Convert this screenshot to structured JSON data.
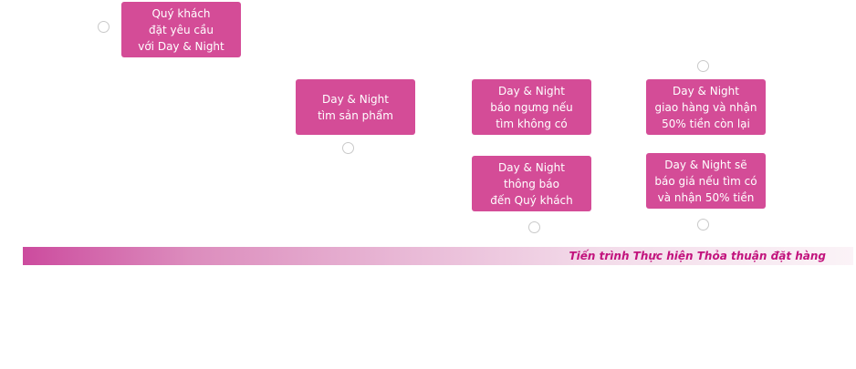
{
  "steps": [
    {
      "id": "s1",
      "text": "Quý khách\nđặt yêu cầu\nvới Day & Night"
    },
    {
      "id": "s2",
      "text": "Day & Night\ntìm sản phẩm"
    },
    {
      "id": "s3",
      "text": "Day & Night\nbáo ngưng nếu\ntìm không có"
    },
    {
      "id": "s4",
      "text": "Day & Night\nthông báo\nđến Quý khách"
    },
    {
      "id": "s5",
      "text": "Day & Night\ngiao hàng và nhận\n50% tiền còn lại"
    },
    {
      "id": "s6",
      "text": "Day & Night sẽ\nbáo giá nếu tìm có\nvà nhận 50% tiền"
    }
  ],
  "timeline": {
    "label": "Tiến trình Thực hiện Thỏa thuận đặt hàng"
  },
  "colors": {
    "box": "#d44c97",
    "label": "#c2137d",
    "node_border": "#c9c9c9"
  }
}
